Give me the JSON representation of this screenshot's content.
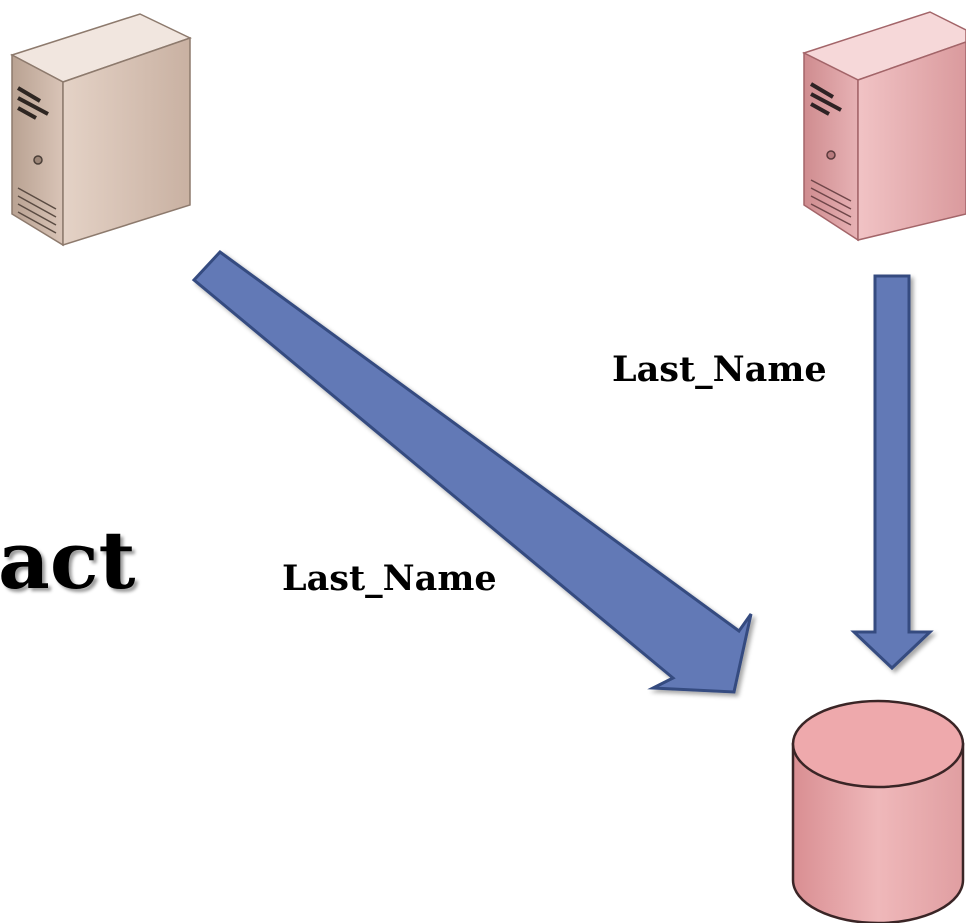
{
  "title_fragment": "act",
  "arrow_labels": {
    "right": "Last_Name",
    "left": "Last_Name"
  },
  "colors": {
    "arrow_fill": "#6279b6",
    "arrow_stroke": "#354b80",
    "server_left": "#cdb5a6",
    "server_right": "#e3a1a4",
    "database": "#e3a4a6"
  },
  "icons": {
    "server_left": "server-icon",
    "server_right": "server-icon",
    "database": "database-icon"
  }
}
